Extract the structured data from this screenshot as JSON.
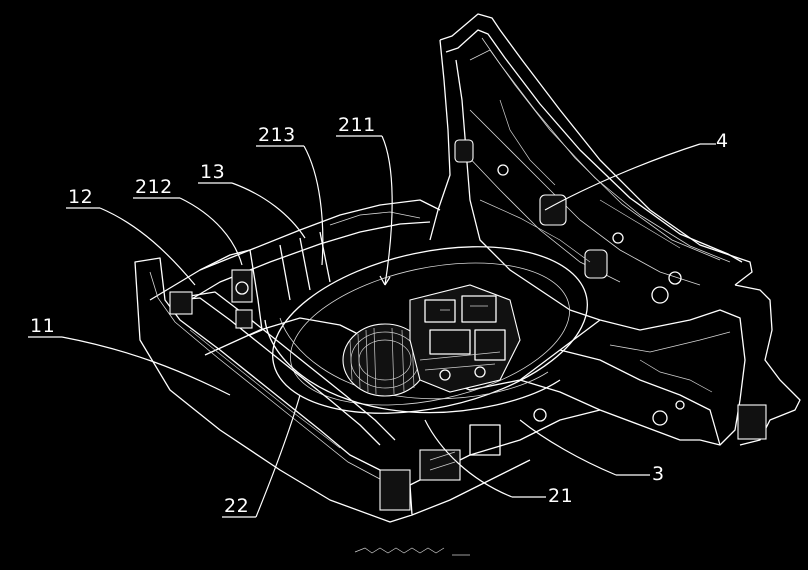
{
  "figure": {
    "background": "#000000",
    "line_color": "#ffffff",
    "reference_labels": [
      "11",
      "12",
      "212",
      "13",
      "213",
      "211",
      "4",
      "22",
      "21",
      "3"
    ]
  }
}
